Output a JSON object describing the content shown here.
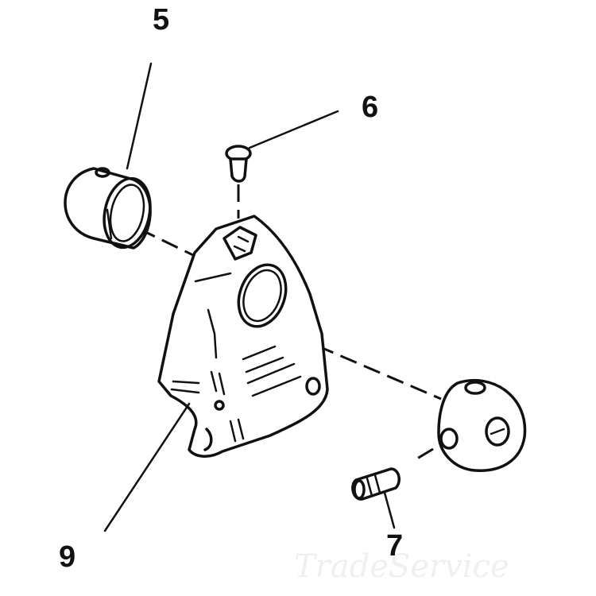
{
  "callouts": {
    "part5": "5",
    "part6": "6",
    "part7": "7",
    "part9": "9"
  },
  "watermark": "TradeService",
  "colors": {
    "line": "#111111",
    "background": "#ffffff"
  }
}
